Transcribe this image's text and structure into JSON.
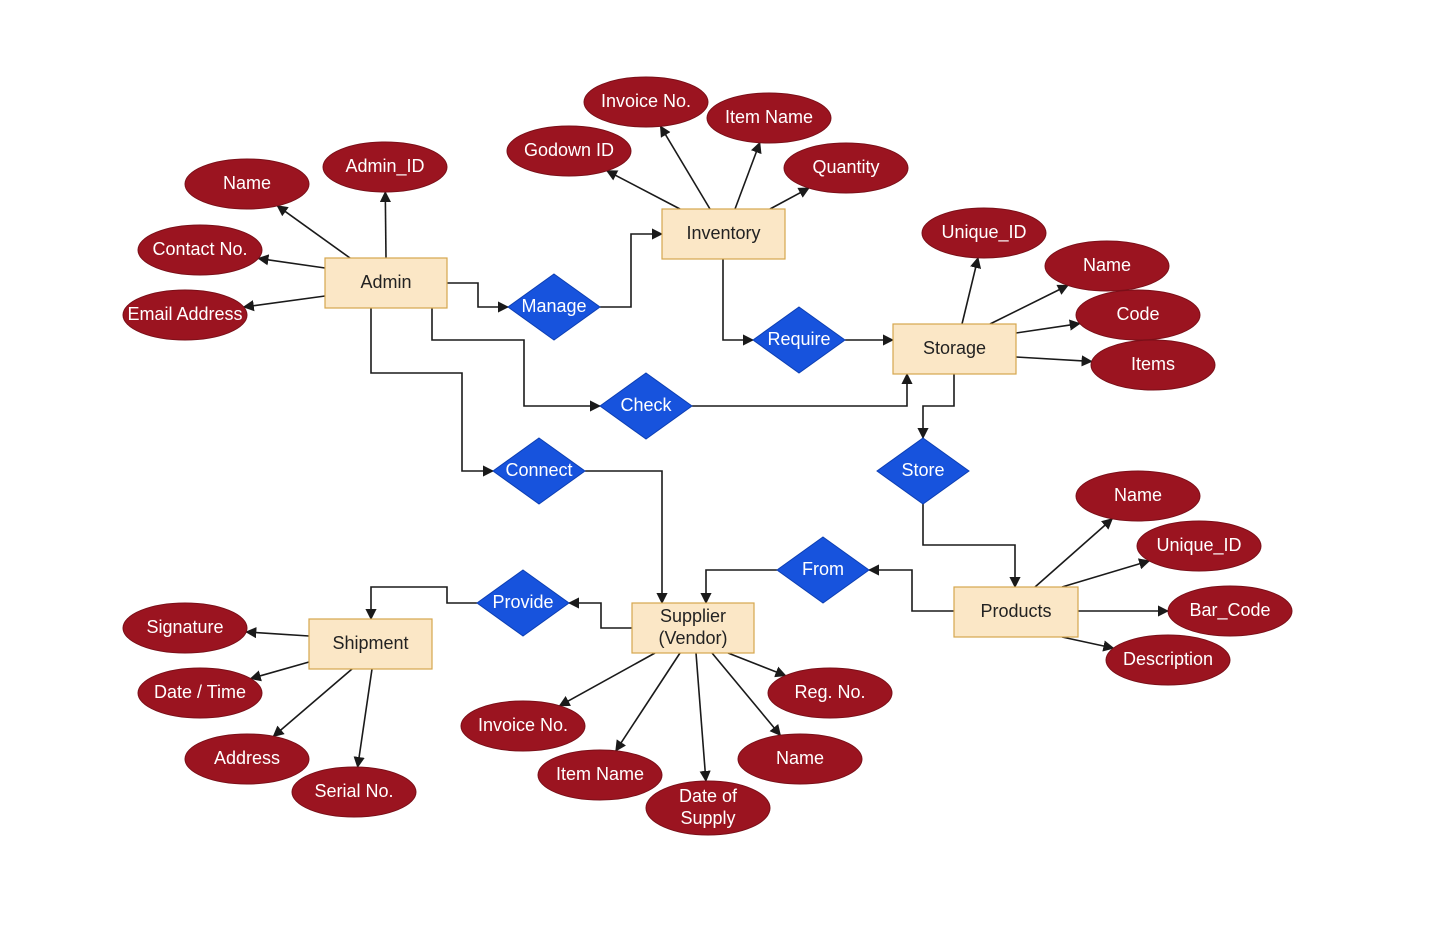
{
  "colors": {
    "entity_fill": "#fbe7c6",
    "entity_stroke": "#d6a64e",
    "attribute_fill": "#9b1420",
    "relationship_fill": "#1753dd",
    "edge": "#1a1a1a"
  },
  "entities": [
    {
      "id": "admin",
      "label": "Admin"
    },
    {
      "id": "inventory",
      "label": "Inventory"
    },
    {
      "id": "storage",
      "label": "Storage"
    },
    {
      "id": "products",
      "label": "Products"
    },
    {
      "id": "supplier",
      "label": "Supplier\n(Vendor)"
    },
    {
      "id": "shipment",
      "label": "Shipment"
    }
  ],
  "relationships": [
    {
      "id": "manage",
      "label": "Manage"
    },
    {
      "id": "require",
      "label": "Require"
    },
    {
      "id": "check",
      "label": "Check"
    },
    {
      "id": "connect",
      "label": "Connect"
    },
    {
      "id": "store",
      "label": "Store"
    },
    {
      "id": "from",
      "label": "From"
    },
    {
      "id": "provide",
      "label": "Provide"
    }
  ],
  "attributes": [
    {
      "id": "admin-name",
      "entity": "admin",
      "label": "Name"
    },
    {
      "id": "admin-id",
      "entity": "admin",
      "label": "Admin_ID"
    },
    {
      "id": "admin-contact",
      "entity": "admin",
      "label": "Contact No."
    },
    {
      "id": "admin-email",
      "entity": "admin",
      "label": "Email Address"
    },
    {
      "id": "inv-godown",
      "entity": "inventory",
      "label": "Godown ID"
    },
    {
      "id": "inv-invoice",
      "entity": "inventory",
      "label": "Invoice No."
    },
    {
      "id": "inv-itemname",
      "entity": "inventory",
      "label": "Item Name"
    },
    {
      "id": "inv-quantity",
      "entity": "inventory",
      "label": "Quantity"
    },
    {
      "id": "sto-unique",
      "entity": "storage",
      "label": "Unique_ID"
    },
    {
      "id": "sto-name",
      "entity": "storage",
      "label": "Name"
    },
    {
      "id": "sto-code",
      "entity": "storage",
      "label": "Code"
    },
    {
      "id": "sto-items",
      "entity": "storage",
      "label": "Items"
    },
    {
      "id": "prod-name",
      "entity": "products",
      "label": "Name"
    },
    {
      "id": "prod-unique",
      "entity": "products",
      "label": "Unique_ID"
    },
    {
      "id": "prod-barcode",
      "entity": "products",
      "label": "Bar_Code"
    },
    {
      "id": "prod-desc",
      "entity": "products",
      "label": "Description"
    },
    {
      "id": "sup-invoice",
      "entity": "supplier",
      "label": "Invoice No."
    },
    {
      "id": "sup-itemname",
      "entity": "supplier",
      "label": "Item Name"
    },
    {
      "id": "sup-date",
      "entity": "supplier",
      "label": "Date of\nSupply"
    },
    {
      "id": "sup-name",
      "entity": "supplier",
      "label": "Name"
    },
    {
      "id": "sup-reg",
      "entity": "supplier",
      "label": "Reg. No."
    },
    {
      "id": "shp-signature",
      "entity": "shipment",
      "label": "Signature"
    },
    {
      "id": "shp-datetime",
      "entity": "shipment",
      "label": "Date / Time"
    },
    {
      "id": "shp-address",
      "entity": "shipment",
      "label": "Address"
    },
    {
      "id": "shp-serial",
      "entity": "shipment",
      "label": "Serial No."
    }
  ],
  "connections": [
    {
      "from": "admin",
      "via": "manage",
      "to": "inventory"
    },
    {
      "from": "inventory",
      "via": "require",
      "to": "storage"
    },
    {
      "from": "admin",
      "via": "check",
      "to": "storage"
    },
    {
      "from": "admin",
      "via": "connect",
      "to": "supplier"
    },
    {
      "from": "storage",
      "via": "store",
      "to": "products"
    },
    {
      "from": "products",
      "via": "from",
      "to": "supplier"
    },
    {
      "from": "supplier",
      "via": "provide",
      "to": "shipment"
    }
  ]
}
